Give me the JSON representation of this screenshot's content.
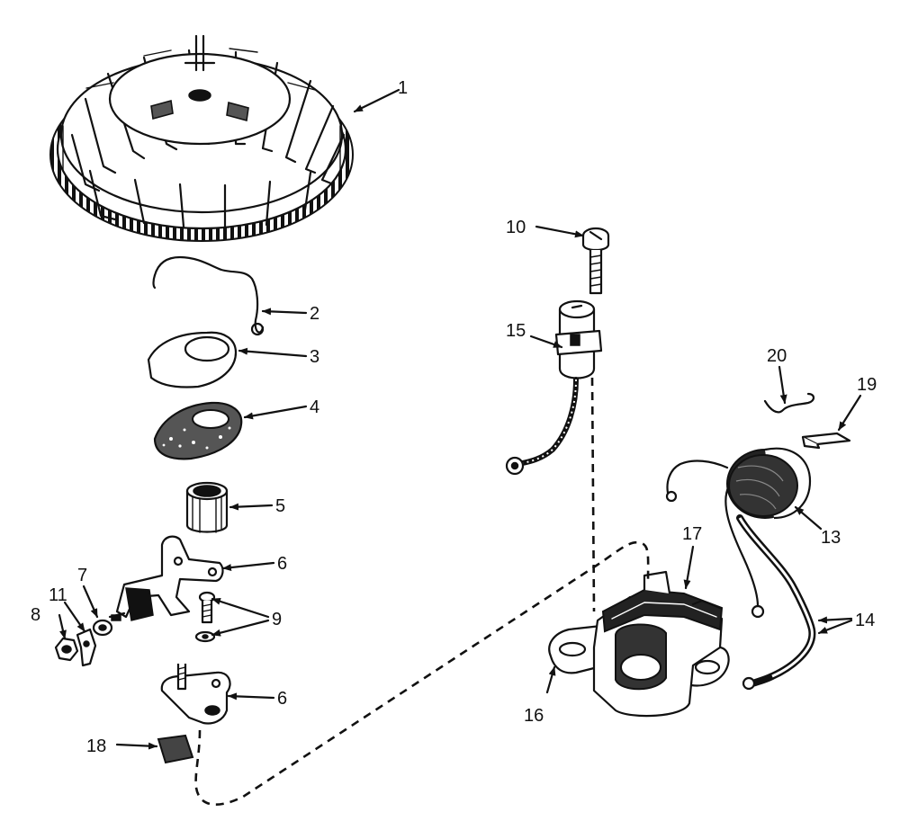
{
  "callouts": {
    "c1": "1",
    "c2": "2",
    "c3": "3",
    "c4": "4",
    "c5": "5",
    "c6a": "6",
    "c6b": "6",
    "c7": "7",
    "c8": "8",
    "c9": "9",
    "c10": "10",
    "c11": "11",
    "c13": "13",
    "c14": "14",
    "c15": "15",
    "c16": "16",
    "c17": "17",
    "c18": "18",
    "c19": "19",
    "c20": "20"
  }
}
